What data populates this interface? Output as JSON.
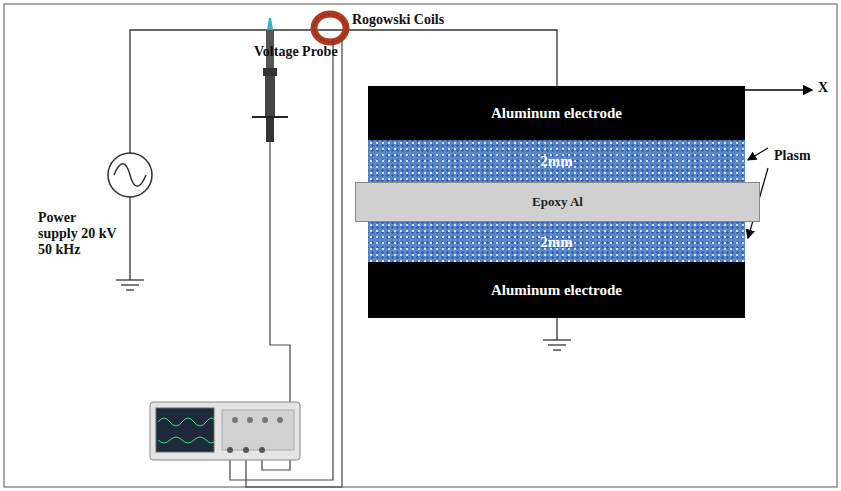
{
  "diagram": {
    "nodes": [
      {
        "text": [
          "Aluminum electrode"
        ]
      },
      {
        "text": [
          "2mm"
        ]
      },
      {
        "text": [
          "Epoxy Al"
        ]
      },
      {
        "text": [
          "2mm"
        ]
      },
      {
        "text": [
          "Aluminum electrode"
        ]
      }
    ],
    "labels": [
      "Voltage Probe",
      "Rogowski Coils",
      "Power supply 20 kV 50 kHz",
      "Plasm",
      "X"
    ]
  }
}
